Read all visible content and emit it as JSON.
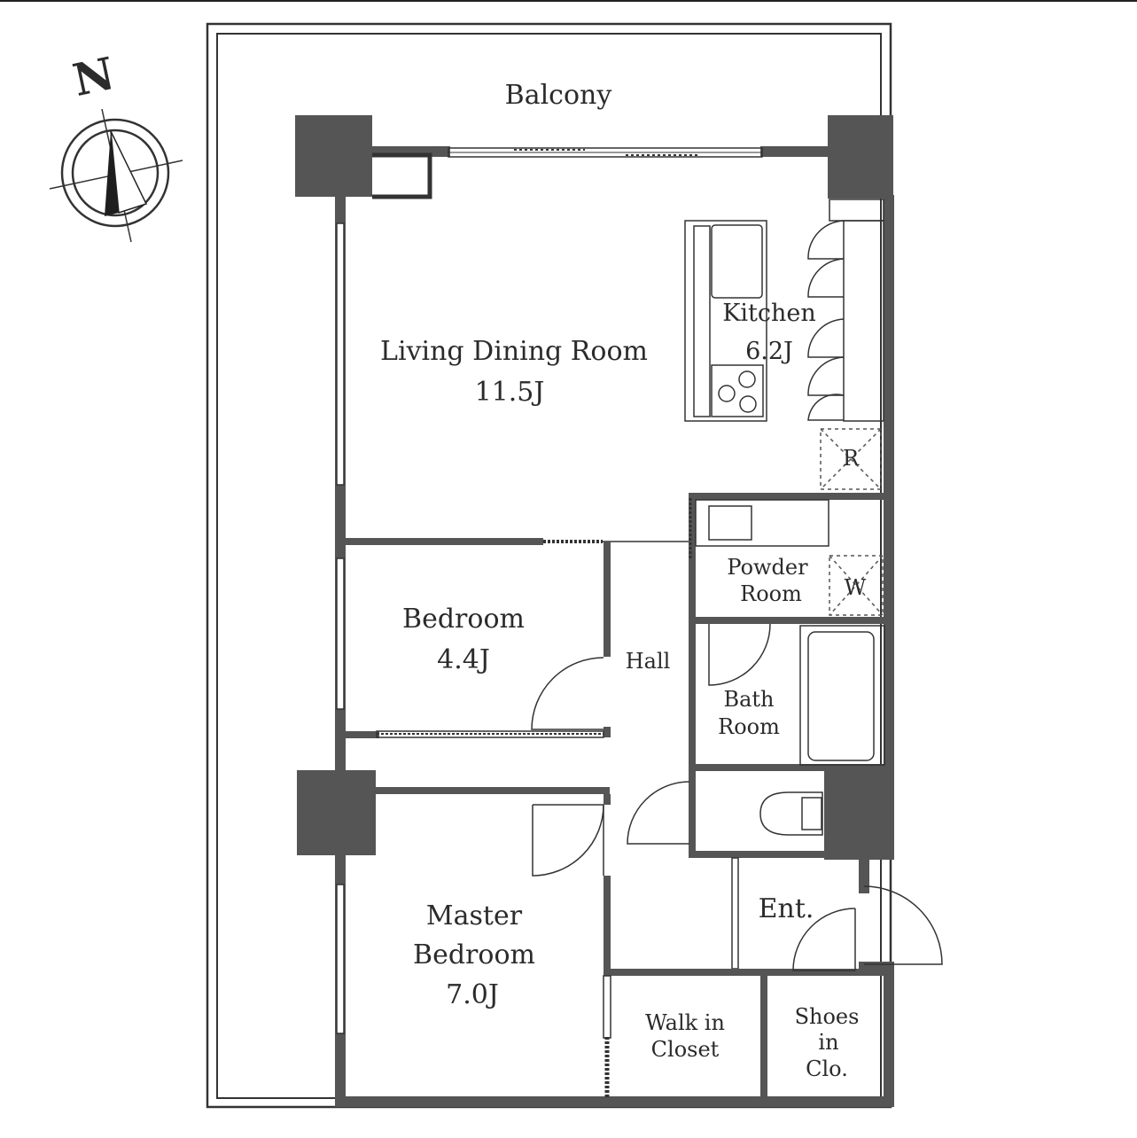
{
  "compass": {
    "north_label": "N"
  },
  "rooms": {
    "balcony": "Balcony",
    "living_name": "Living Dining Room",
    "living_size": "11.5J",
    "kitchen_name": "Kitchen",
    "kitchen_size": "6.2J",
    "fridge_mark": "R",
    "powder_line1": "Powder",
    "powder_line2": "Room",
    "washer_mark": "W",
    "bedroom_name": "Bedroom",
    "bedroom_size": "4.4J",
    "hall": "Hall",
    "bath_line1": "Bath",
    "bath_line2": "Room",
    "master_line1": "Master",
    "master_line2": "Bedroom",
    "master_size": "7.0J",
    "entrance": "Ent.",
    "walkin_line1": "Walk in",
    "walkin_line2": "Closet",
    "shoes_line1": "Shoes",
    "shoes_line2": "in",
    "shoes_line3": "Clo."
  },
  "colors": {
    "wall": "#555555",
    "line": "#333333",
    "background": "#ffffff"
  }
}
